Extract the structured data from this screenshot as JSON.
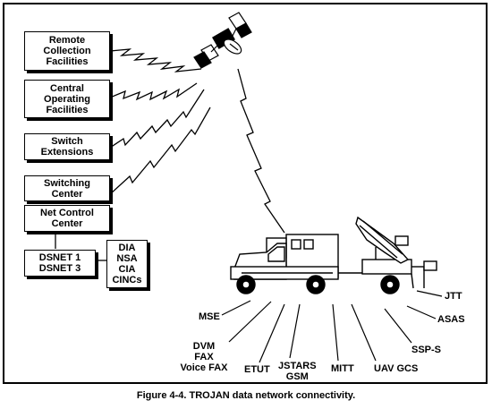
{
  "boxes": {
    "remote": "Remote\nCollection\nFacilities",
    "central": "Central\nOperating\nFacilities",
    "switch_ext": "Switch\nExtensions",
    "switching_center": "Switching\nCenter",
    "net_control": "Net Control\nCenter",
    "dsnet": "DSNET 1\nDSNET 3",
    "agencies": "DIA\nNSA\nCIA\nCINCs"
  },
  "labels": {
    "mse": "MSE",
    "dvm": "DVM\nFAX\nVoice FAX",
    "etut": "ETUT",
    "jstars": "JSTARS\nGSM",
    "mitt": "MITT",
    "uav": "UAV GCS",
    "ssp": "SSP-S",
    "asas": "ASAS",
    "jtt": "JTT"
  },
  "caption": "Figure 4-4.  TROJAN data network connectivity."
}
